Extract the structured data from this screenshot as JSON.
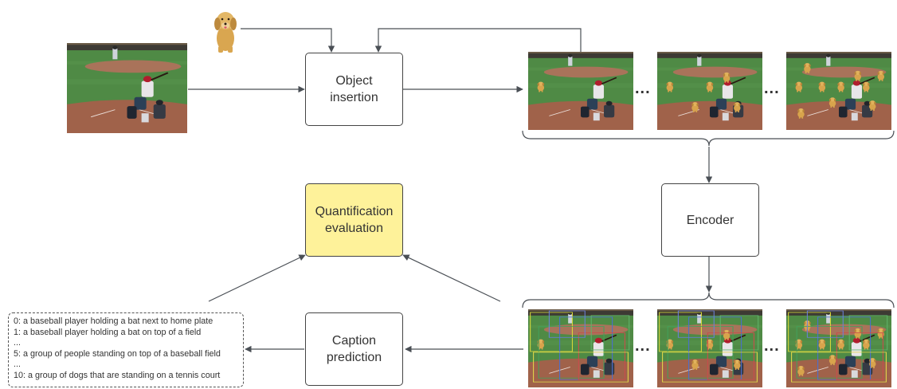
{
  "colors": {
    "arrow": "#4a4f55",
    "quant_box": "#fef29a",
    "field_grass": "#4b8040",
    "field_dirt": "#9d6040"
  },
  "nodes": {
    "object_insertion": "Object\ninsertion",
    "quantification_evaluation": "Quantification\nevaluation",
    "encoder": "Encoder",
    "caption_prediction": "Caption\nprediction"
  },
  "captions": [
    "0: a baseball player holding a bat next to home plate",
    "1: a baseball player holding a bat on top of a field",
    "...",
    "5: a group of people standing on top of a baseball field",
    "...",
    "10: a group of dogs that are standing on a tennis court"
  ],
  "ellipsis": "...",
  "images": {
    "source": "baseball-photo",
    "inserted_object": "puppy",
    "variants": [
      "1 dog inserted",
      "5 dogs inserted",
      "10 dogs inserted"
    ],
    "encoded_variants": [
      "bounding boxes overlay",
      "bounding boxes overlay",
      "bounding boxes overlay"
    ]
  }
}
